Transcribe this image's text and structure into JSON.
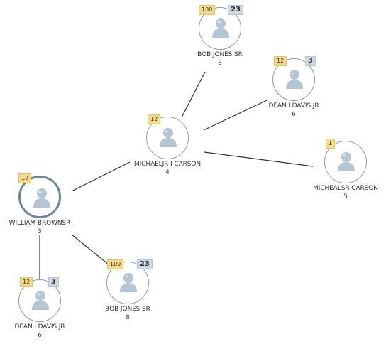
{
  "colors": {
    "edge": "#333333",
    "node_border": "#9a9a9a",
    "selected_border": "#6b879c",
    "count_badge": "#f5d98a",
    "secondary_badge": "#cfd9e3",
    "avatar": "#b4c6d4"
  },
  "icons": {
    "node_avatar": "person-avatar-icon"
  },
  "nodes": [
    {
      "id": "bob-jones-sr-top",
      "label": "BOB JONES SR",
      "degree": "8",
      "count": "100",
      "secondary": "23",
      "selected": false
    },
    {
      "id": "dean-i-davis-jr-right",
      "label": "DEAN I DAVIS JR",
      "degree": "6",
      "count": "12",
      "secondary": "3",
      "selected": false
    },
    {
      "id": "michaeljr-i-carson",
      "label": "MICHAELJR I CARSON",
      "degree": "4",
      "count": "12",
      "secondary": "",
      "selected": false
    },
    {
      "id": "michealsr-carson",
      "label": "MICHEALSR CARSON",
      "degree": "5",
      "count": "1",
      "secondary": "",
      "selected": false
    },
    {
      "id": "william-brownsr",
      "label": "WILLIAM BROWNSR",
      "degree": "3",
      "count": "12",
      "secondary": "",
      "selected": true
    },
    {
      "id": "dean-i-davis-jr-left",
      "label": "DEAN I DAVIS JR",
      "degree": "6",
      "count": "12",
      "secondary": "3",
      "selected": false
    },
    {
      "id": "bob-jones-sr-bottom",
      "label": "BOB JONES SR",
      "degree": "8",
      "count": "100",
      "secondary": "23",
      "selected": false
    }
  ],
  "edges": [
    {
      "from": "michaeljr-i-carson",
      "to": "bob-jones-sr-top"
    },
    {
      "from": "michaeljr-i-carson",
      "to": "dean-i-davis-jr-right"
    },
    {
      "from": "michaeljr-i-carson",
      "to": "michealsr-carson"
    },
    {
      "from": "michaeljr-i-carson",
      "to": "william-brownsr"
    },
    {
      "from": "william-brownsr",
      "to": "dean-i-davis-jr-left"
    },
    {
      "from": "william-brownsr",
      "to": "bob-jones-sr-bottom"
    }
  ]
}
